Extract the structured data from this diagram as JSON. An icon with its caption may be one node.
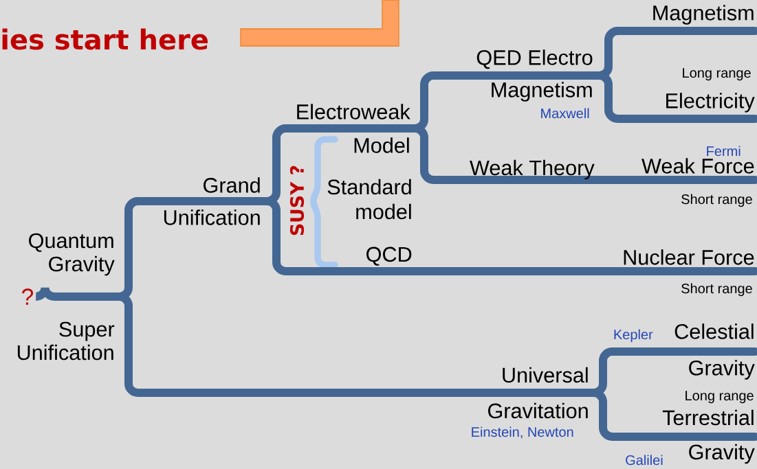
{
  "diagram": {
    "nodes": [
      {
        "text": [
          "?"
        ]
      },
      {
        "text": [
          "Quantum Gravity",
          "Super Unification"
        ]
      },
      {
        "text": [
          "Grand Unification"
        ]
      },
      {
        "text": [
          "Electroweak Model"
        ]
      },
      {
        "text": [
          "QED Electro Magnetism"
        ],
        "beside": [
          "Maxwell"
        ]
      },
      {
        "text": [
          "Magnetism"
        ]
      },
      {
        "text": [
          "Electricity"
        ]
      },
      {
        "text": [
          "Weak Force"
        ],
        "beside": [
          "Fermi",
          "Short range"
        ]
      },
      {
        "text": [
          "Nuclear Force"
        ],
        "beside": [
          "Short range"
        ]
      },
      {
        "text": [
          "Universal Gravitation"
        ],
        "beside": [
          "Einstein, Newton"
        ]
      },
      {
        "text": [
          "Celestial Gravity"
        ],
        "beside": [
          "Kepler"
        ]
      },
      {
        "text": [
          "Terrestrial Gravity"
        ],
        "beside": [
          "Galilei"
        ]
      }
    ],
    "edges": [
      {
        "from": 0,
        "to": 1,
        "arrow": "none"
      },
      {
        "from": 1,
        "to": 2,
        "arrow": "none"
      },
      {
        "from": 1,
        "to": 9,
        "arrow": "none"
      },
      {
        "from": 2,
        "to": 3,
        "arrow": "none"
      },
      {
        "from": 2,
        "to": 8,
        "arrow": "none",
        "label": "QCD"
      },
      {
        "from": 3,
        "to": 4,
        "arrow": "none"
      },
      {
        "from": 3,
        "to": 7,
        "arrow": "none",
        "label": "Weak Theory"
      },
      {
        "from": 4,
        "to": 5,
        "arrow": "none"
      },
      {
        "from": 4,
        "to": 6,
        "arrow": "none"
      },
      {
        "from": 9,
        "to": 10,
        "arrow": "none"
      },
      {
        "from": 9,
        "to": 11,
        "arrow": "none"
      }
    ],
    "labels": [
      "ies start here",
      "SUSY ?",
      "Standard model",
      "Long range",
      "Long range"
    ]
  }
}
